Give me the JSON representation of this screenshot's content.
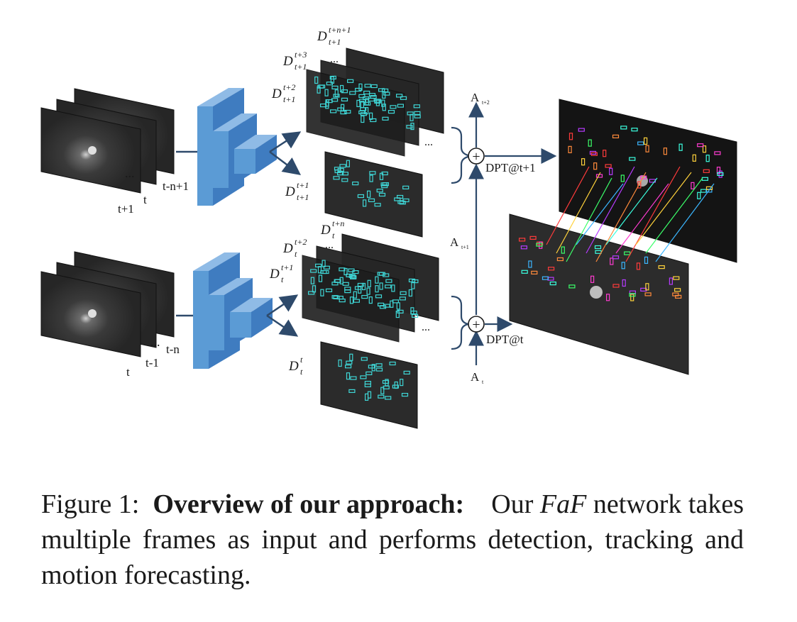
{
  "diagram": {
    "input_labels_top": [
      "t+1",
      "t",
      "t-n+1"
    ],
    "input_labels_bottom": [
      "t",
      "t-1",
      "t-n"
    ],
    "det_labels_top": [
      {
        "base": "D",
        "sup": "t+n+1",
        "sub": "t+1"
      },
      {
        "base": "D",
        "sup": "t+3",
        "sub": "t+1"
      },
      {
        "base": "D",
        "sup": "t+2",
        "sub": "t+1"
      },
      {
        "base": "D",
        "sup": "t+1",
        "sub": "t+1"
      }
    ],
    "det_labels_bottom": [
      {
        "base": "D",
        "sup": "t+n",
        "sub": "t"
      },
      {
        "base": "D",
        "sup": "t+2",
        "sub": "t"
      },
      {
        "base": "D",
        "sup": "t+1",
        "sub": "t"
      },
      {
        "base": "D",
        "sup": "t",
        "sub": "t"
      }
    ],
    "ellipsis": "...",
    "a_labels": [
      {
        "base": "A",
        "sub": "t+2"
      },
      {
        "base": "A",
        "sub": "t+1"
      },
      {
        "base": "A",
        "sub": "t"
      }
    ],
    "dpt_top": "DPT@t+1",
    "dpt_bottom": "DPT@t",
    "plus_symbol": "+"
  },
  "caption": {
    "prefix": "Figure 1:",
    "bold": "Overview of our approach:",
    "text1": "Our",
    "italic": "FaF",
    "text2": "network takes multiple frames as input and performs detection, tracking and motion forecasting."
  },
  "colors": {
    "cnn_blue": "#5b9bd5",
    "arrow_navy": "#2e4a6b",
    "box_cyan": "#3fd6d6",
    "frame_dark": "#2b2b2b"
  }
}
